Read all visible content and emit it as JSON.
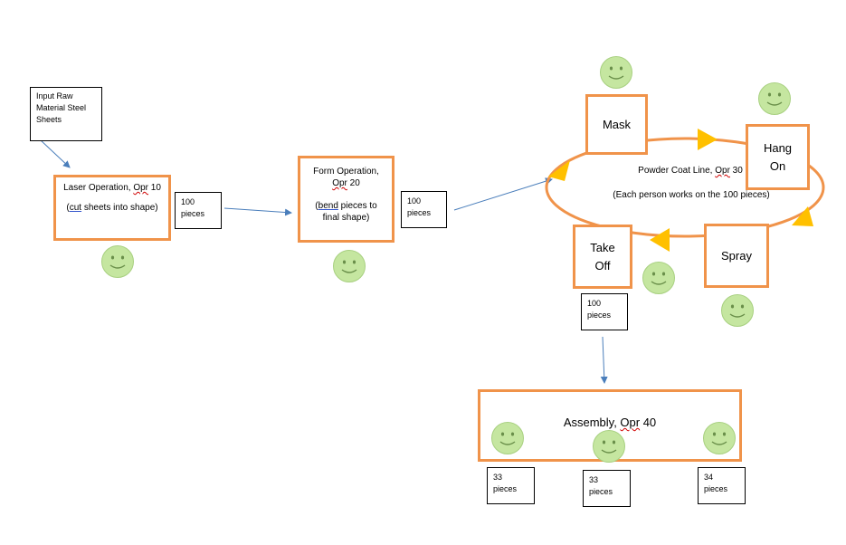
{
  "input_note": {
    "line1": "Input Raw",
    "line2": "Material Steel",
    "line3": "Sheets"
  },
  "laser": {
    "title_prefix": "Laser Operation, ",
    "title_opr": "Opr",
    "title_suffix": " 10",
    "desc_open": "(",
    "desc_link": "cut",
    "desc_rest": " sheets into shape)"
  },
  "laser_qty": {
    "line1": "100",
    "line2": "pieces"
  },
  "form": {
    "title_line1": "Form Operation,",
    "title_opr": "Opr",
    "title_suffix": " 20",
    "desc_open": "(",
    "desc_link": "bend",
    "desc_rest": " pieces to",
    "desc_line2": "final shape)"
  },
  "form_qty": {
    "line1": "100",
    "line2": "pieces"
  },
  "powder": {
    "title_prefix": "Powder Coat Line, ",
    "title_opr": "Opr",
    "title_suffix": " 30",
    "subtitle": "(Each person works on the 100 pieces)"
  },
  "steps": {
    "mask": "Mask",
    "hang_on_1": "Hang",
    "hang_on_2": "On",
    "spray": "Spray",
    "take_off_1": "Take",
    "take_off_2": "Off"
  },
  "takeoff_qty": {
    "line1": "100",
    "line2": "pieces"
  },
  "assembly": {
    "title_prefix": "Assembly, ",
    "title_opr": "Opr",
    "title_suffix": " 40"
  },
  "assembly_qty": [
    {
      "line1": "33",
      "line2": "pieces"
    },
    {
      "line1": "33",
      "line2": "pieces"
    },
    {
      "line1": "34",
      "line2": "pieces"
    }
  ],
  "colors": {
    "box_border": "#f0934a",
    "arrow": "#4a7ebb",
    "loop_arrow": "#ffc000",
    "smiley": "#c5e6a0"
  }
}
